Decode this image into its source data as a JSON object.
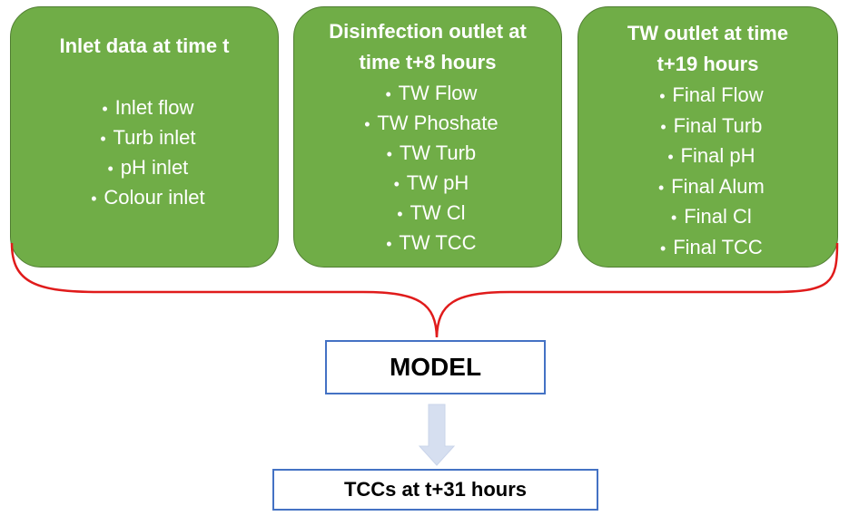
{
  "panels": {
    "inlet": {
      "title": "Inlet data at time t",
      "items": [
        "Inlet flow",
        "Turb inlet",
        "pH inlet",
        "Colour inlet"
      ]
    },
    "disinfection": {
      "title_line1": "Disinfection outlet at",
      "title_line2": "time t+8 hours",
      "items": [
        "TW Flow",
        "TW Phoshate",
        "TW Turb",
        "TW pH",
        "TW Cl",
        "TW TCC"
      ]
    },
    "tw": {
      "title_line1": "TW outlet at time",
      "title_line2": "t+19 hours",
      "items": [
        "Final Flow",
        "Final Turb",
        "Final pH",
        "Final Alum",
        "Final Cl",
        "Final TCC"
      ]
    }
  },
  "model": {
    "label": "MODEL"
  },
  "output": {
    "label": "TCCs at t+31 hours"
  },
  "bullet": "•",
  "colors": {
    "panel_fill": "#70ad47",
    "panel_border": "#507e32",
    "brace": "#e01b1b",
    "box_border": "#4472c4",
    "arrow": "#d6dff0"
  }
}
